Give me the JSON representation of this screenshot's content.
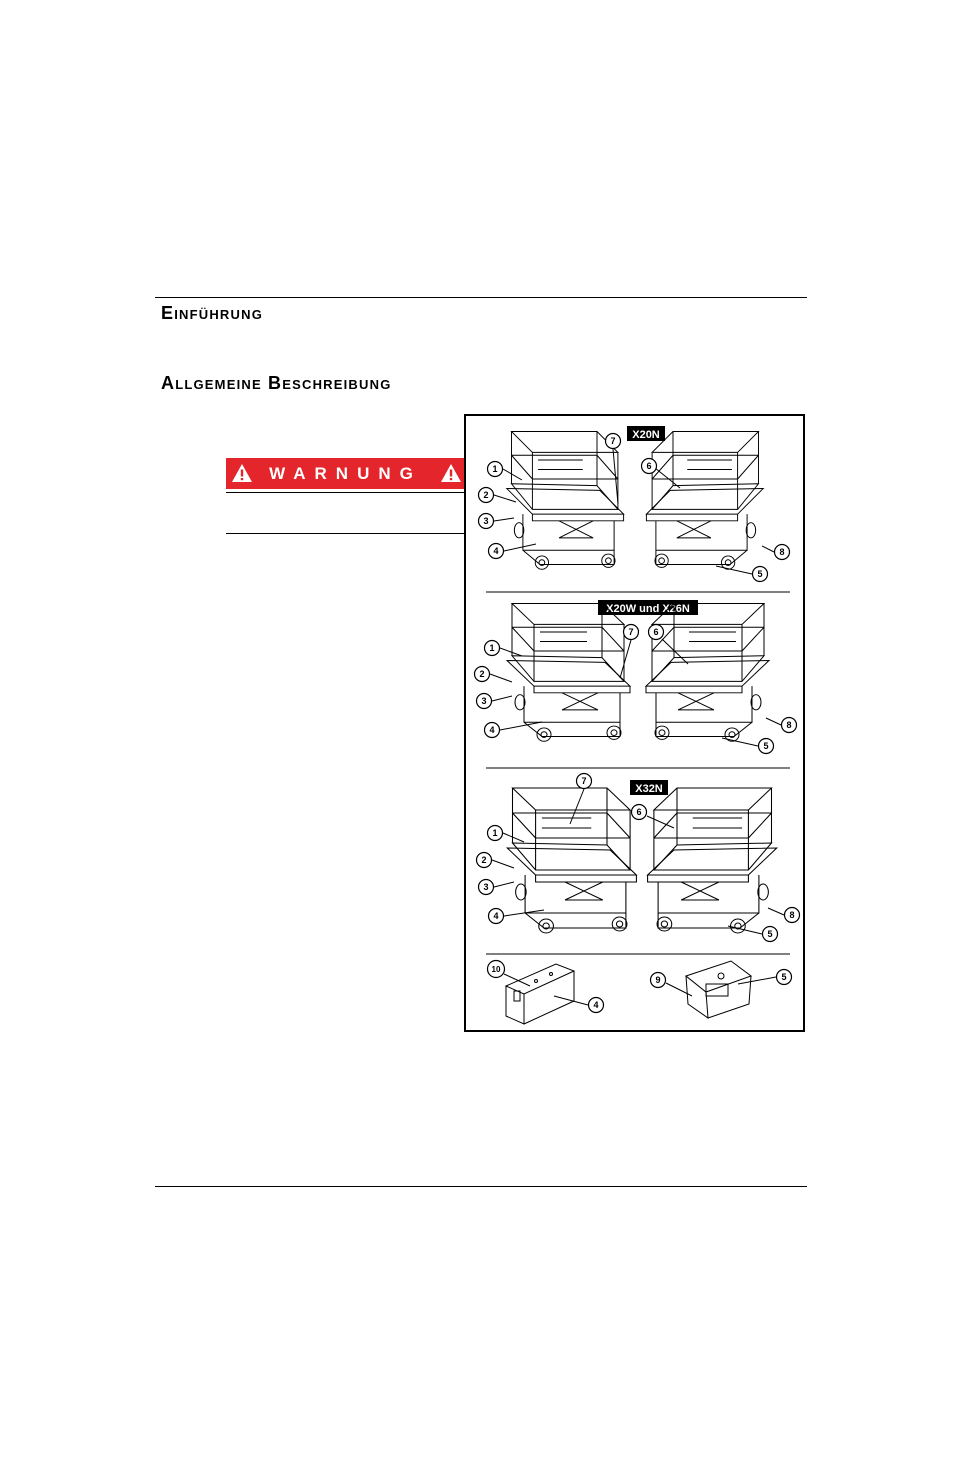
{
  "document": {
    "heading_1": "Einführung",
    "heading_2": "Allgemeine Beschreibung",
    "warning_label": "WARNUNG"
  },
  "figure": {
    "models": [
      "X20N",
      "X20W und X26N",
      "X32N"
    ],
    "callouts": [
      "1",
      "2",
      "3",
      "4",
      "5",
      "6",
      "7",
      "8",
      "9",
      "10"
    ]
  },
  "colors": {
    "warning_red": "#e4252b",
    "label_black": "#000000"
  }
}
